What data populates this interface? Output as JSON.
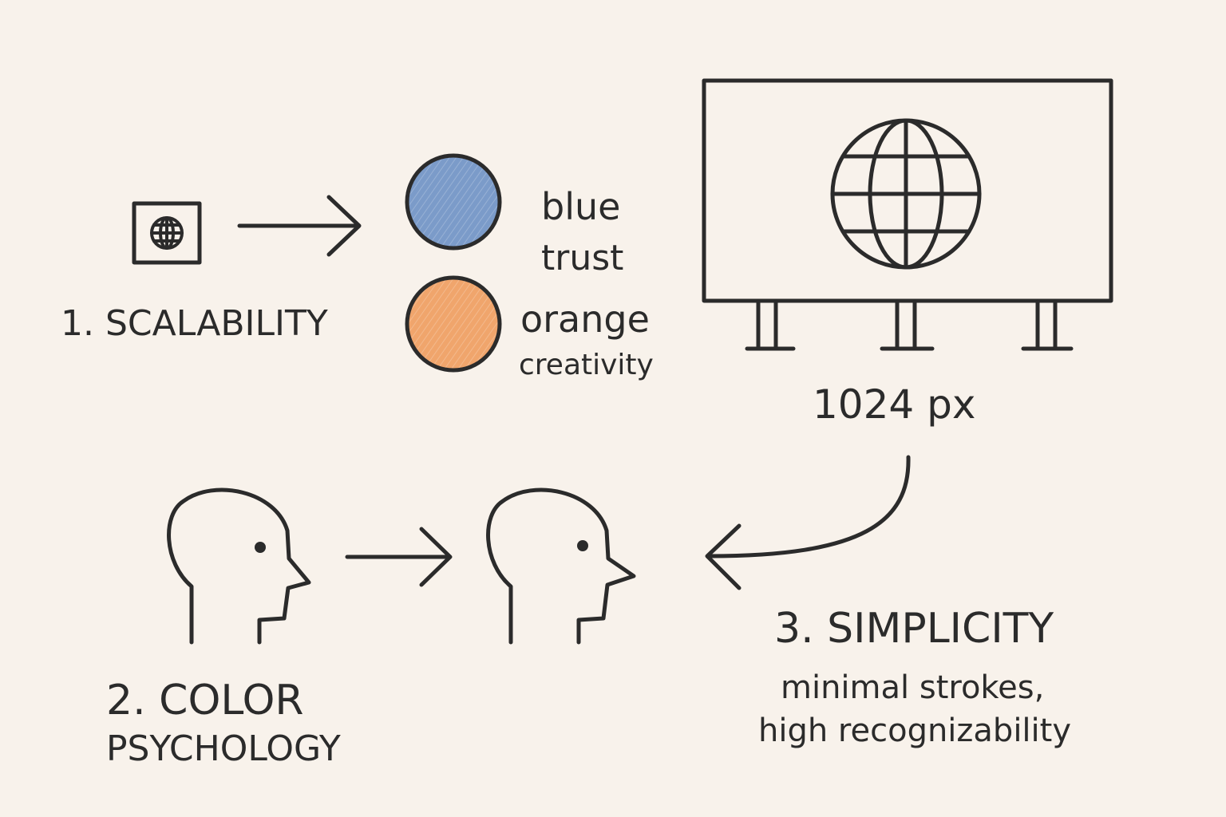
{
  "scalability": {
    "label": "1. SCALABILITY"
  },
  "color_psychology": {
    "label_line1": "2. COLOR",
    "label_line2": "PSYCHOLOGY",
    "swatches": [
      {
        "color_name": "blue",
        "meaning": "trust",
        "hex": "#7b9bc9"
      },
      {
        "color_name": "orange",
        "meaning": "creativity",
        "hex": "#f0a56c"
      }
    ]
  },
  "billboard": {
    "size_label": "1024 px"
  },
  "simplicity": {
    "label": "3. SIMPLICITY",
    "desc_line1": "minimal strokes,",
    "desc_line2": "high recognizability"
  },
  "colors": {
    "background": "#f8f2eb",
    "ink": "#2b2b2b"
  },
  "icons": {
    "small_icon": "globe-icon",
    "billboard_icon": "globe-icon",
    "heads": "head-profile-icon"
  }
}
